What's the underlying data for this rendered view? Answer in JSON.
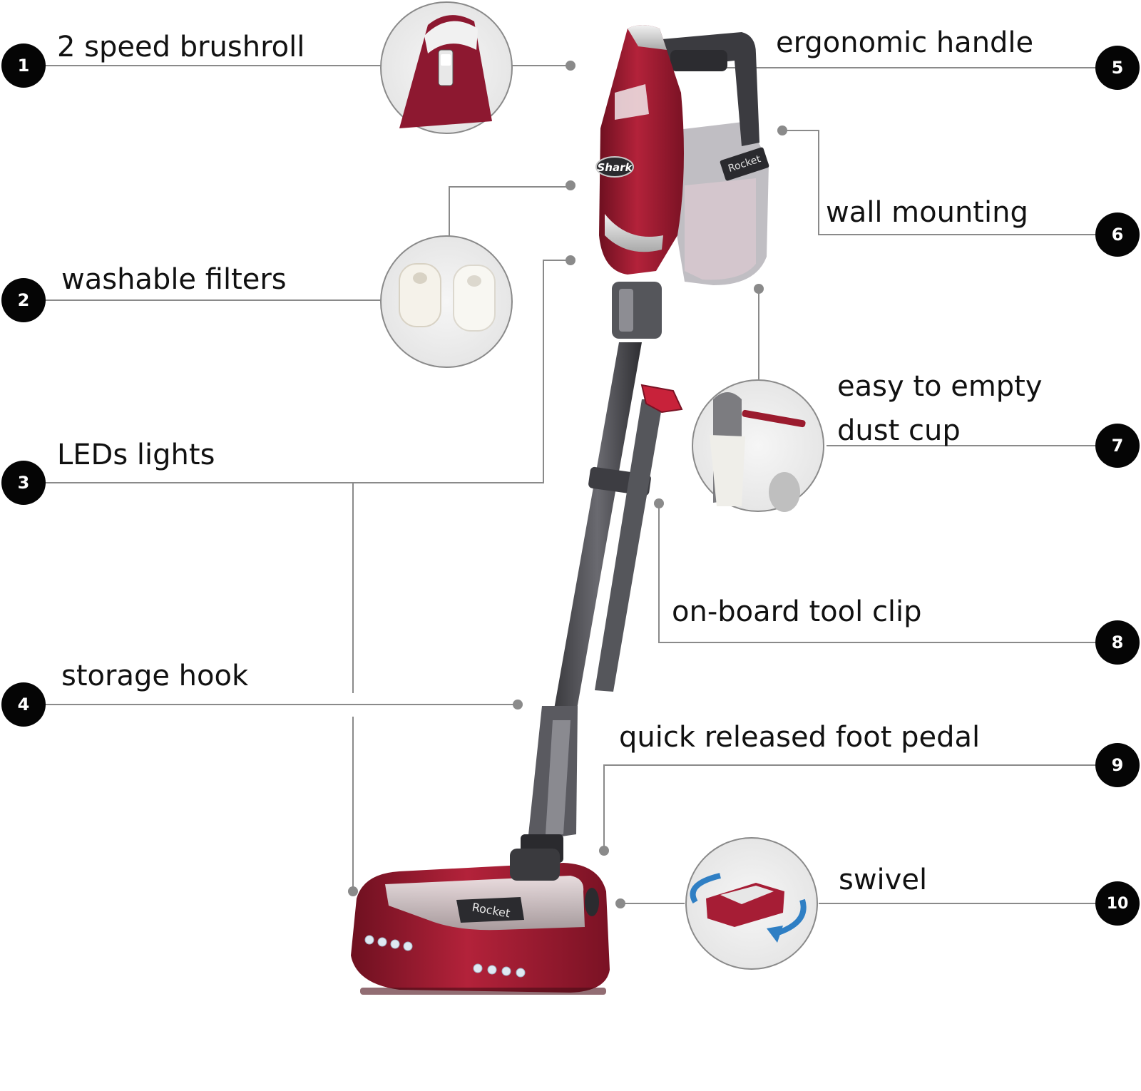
{
  "features": [
    {
      "num": "1",
      "label": "2 speed brushroll"
    },
    {
      "num": "2",
      "label": "washable filters"
    },
    {
      "num": "3",
      "label": "LEDs lights"
    },
    {
      "num": "4",
      "label": "storage hook"
    },
    {
      "num": "5",
      "label": "ergonomic handle"
    },
    {
      "num": "6",
      "label": "wall mounting"
    },
    {
      "num": "7",
      "label": "easy to empty",
      "label2": "dust cup"
    },
    {
      "num": "8",
      "label": "on-board tool clip"
    },
    {
      "num": "9",
      "label": "quick released foot pedal"
    },
    {
      "num": "10",
      "label": "swivel"
    }
  ],
  "product": {
    "brand": "Shark",
    "model": "Rocket",
    "colors": {
      "body": "#9b1b2e",
      "body_dark": "#6e1020",
      "chrome": "#d9d9d9",
      "wand": "#4a4a4e",
      "leader_line": "#8a8a8a"
    }
  }
}
